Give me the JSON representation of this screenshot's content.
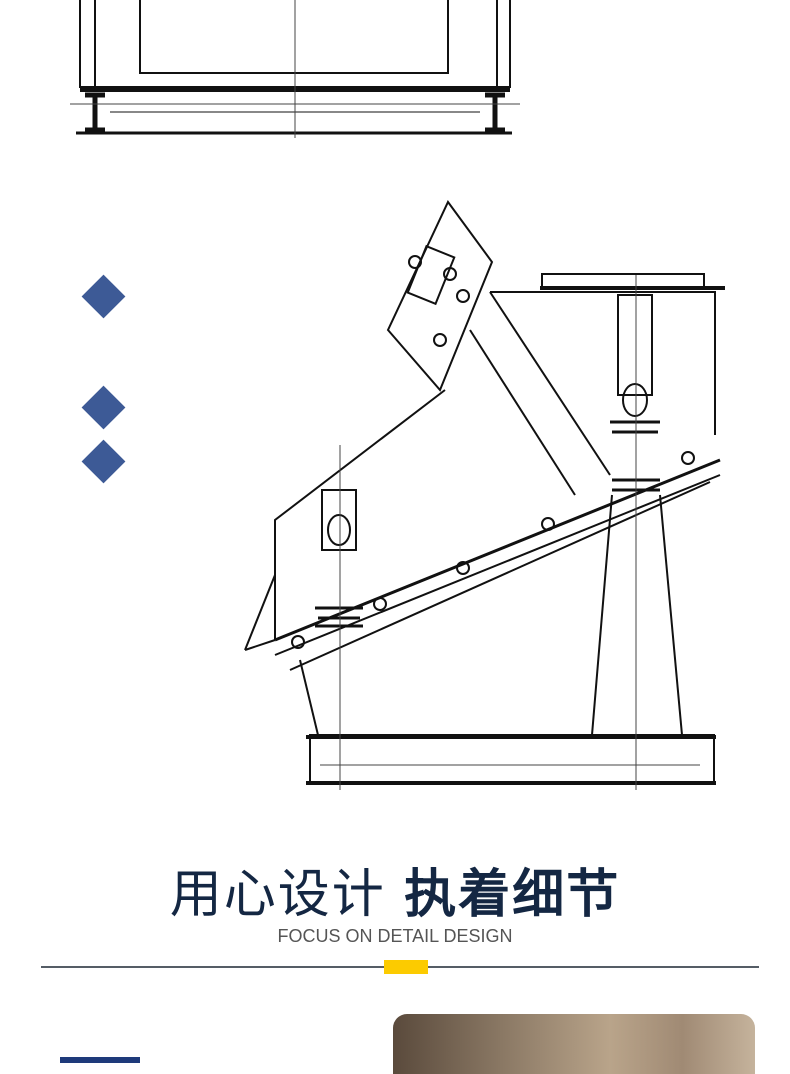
{
  "heading": {
    "thin": "用心设计",
    "bold": "执着细节"
  },
  "subheading": "FOCUS ON DETAIL DESIGN",
  "colors": {
    "diamond": "#3d5a96",
    "title": "#142743",
    "accent": "#fccb00",
    "divider": "#555d66"
  }
}
